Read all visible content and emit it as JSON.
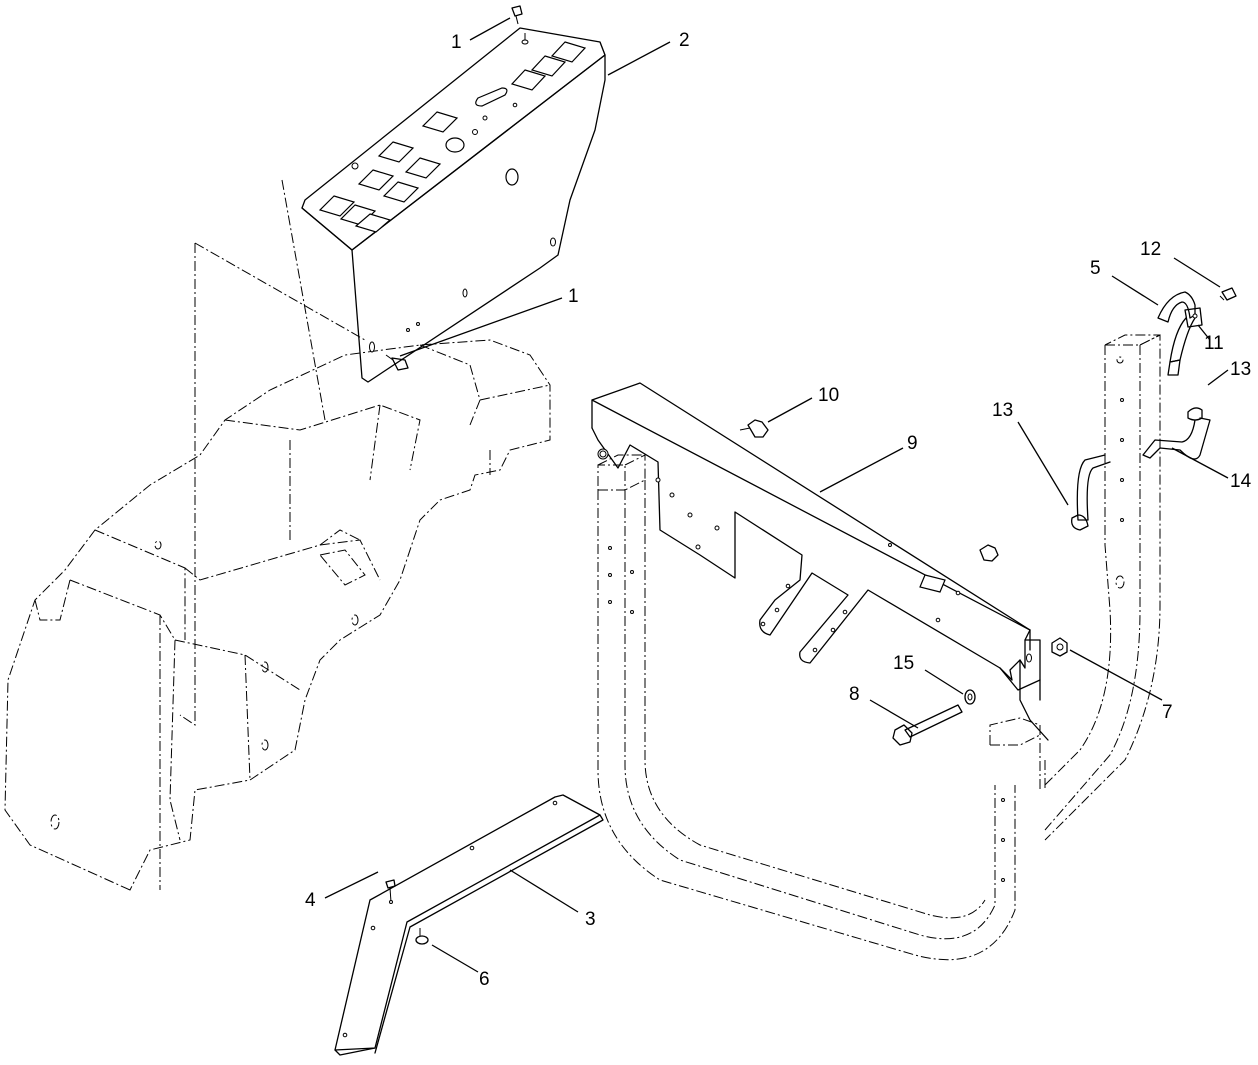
{
  "callouts": [
    {
      "id": "c1a",
      "label": "1"
    },
    {
      "id": "c2",
      "label": "2"
    },
    {
      "id": "c1b",
      "label": "1"
    },
    {
      "id": "c12",
      "label": "12"
    },
    {
      "id": "c5",
      "label": "5"
    },
    {
      "id": "c11",
      "label": "11"
    },
    {
      "id": "c13a",
      "label": "13"
    },
    {
      "id": "c13b",
      "label": "13"
    },
    {
      "id": "c10",
      "label": "10"
    },
    {
      "id": "c9",
      "label": "9"
    },
    {
      "id": "c14",
      "label": "14"
    },
    {
      "id": "c15",
      "label": "15"
    },
    {
      "id": "c8",
      "label": "8"
    },
    {
      "id": "c7",
      "label": "7"
    },
    {
      "id": "c4",
      "label": "4"
    },
    {
      "id": "c3",
      "label": "3"
    },
    {
      "id": "c6",
      "label": "6"
    }
  ]
}
